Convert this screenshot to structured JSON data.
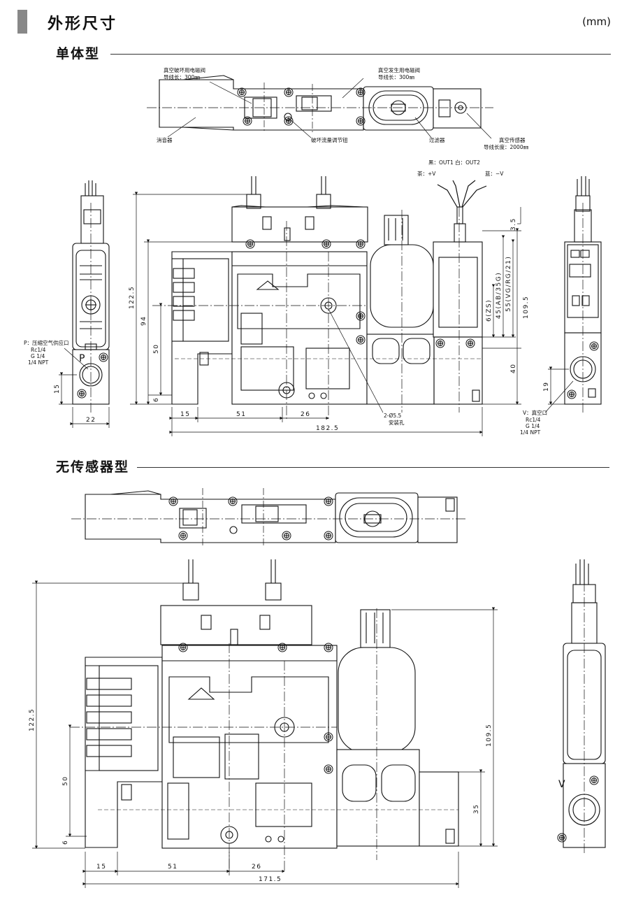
{
  "header": {
    "title": "外形尺寸",
    "unit": "(mm)"
  },
  "sections": {
    "single": "单体型",
    "nosensor": "无传感器型"
  },
  "callouts": {
    "break_valve": "真空破坏用电磁阀",
    "break_lead": "导线长：300㎜",
    "gen_valve": "真空发生用电磁阀",
    "gen_lead": "导线长：300㎜",
    "muffler": "消音器",
    "flow_knob": "破坏流量调节钮",
    "filter": "过滤器",
    "sensor": "真空传感器",
    "sensor_lead": "导线长度：2000㎜",
    "wires_top": "黑：OUT1 白：OUT2",
    "wires_left": "茶：+V",
    "wires_right": "蓝：−V",
    "p_port": "P：压缩空气供应口",
    "p_rc": "Rc1/4",
    "p_g": "G 1/4",
    "p_npt": "1/4 NPT",
    "v_port": "V：真空口",
    "v_rc": "Rc1/4",
    "v_g": "G 1/4",
    "v_npt": "1/4 NPT",
    "mount": "2-Ø5.5",
    "mount_label": "安装孔",
    "port_p_mark": "P",
    "port_v_mark": "V"
  },
  "dims_single": {
    "h_total": "122.5",
    "h_94": "94",
    "h_50": "50",
    "h_6": "6",
    "h_15": "15",
    "w_22": "22",
    "w_15": "15",
    "w_51": "51",
    "w_26": "26",
    "w_total": "182.5",
    "r_35": "3.5",
    "r_1095": "109.5",
    "r_40": "40",
    "r_19": "19",
    "zs": "6(ZS)",
    "ab": "45(AB/35G)",
    "vg": "55(VG/RG/21)"
  },
  "dims_nosensor": {
    "h_total": "122.5",
    "h_50": "50",
    "h_6": "6",
    "w_15": "15",
    "w_51": "51",
    "w_26": "26",
    "w_total": "171.5",
    "r_1095": "109.5",
    "r_35": "35"
  }
}
